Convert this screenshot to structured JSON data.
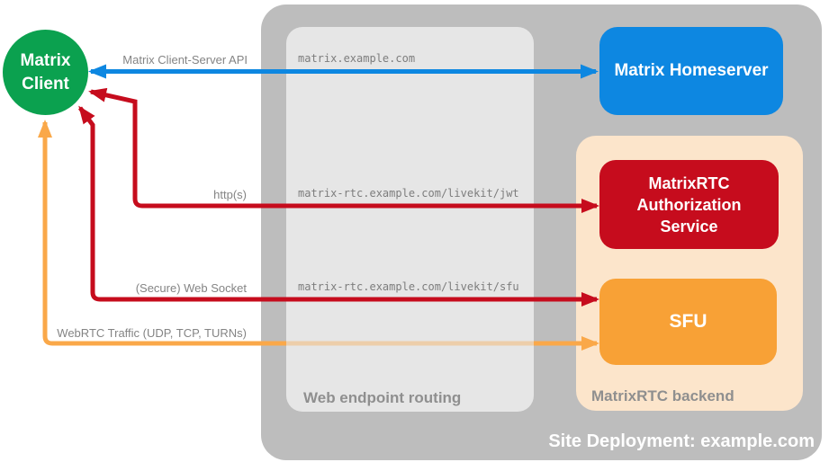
{
  "diagram": {
    "title": "Site Deployment: example.com",
    "nodes": {
      "matrix_client": {
        "label": "Matrix Client",
        "color": "#0ba14f"
      },
      "matrix_homeserver": {
        "label": "Matrix Homeserver",
        "color": "#0d87e1"
      },
      "matrixrtc_auth": {
        "label": "MatrixRTC Authorization Service",
        "color": "#c60c1d"
      },
      "sfu": {
        "label": "SFU",
        "color": "#f8a136"
      }
    },
    "containers": {
      "site_deployment": {
        "label": "Site Deployment: example.com",
        "color": "#bdbdbd"
      },
      "web_endpoint_routing": {
        "label": "Web endpoint routing",
        "color": "#e6e6e6"
      },
      "matrixrtc_backend": {
        "label": "MatrixRTC backend",
        "color": "#fce5cb"
      }
    },
    "edges": {
      "client_server_api": {
        "label": "Matrix Client-Server API",
        "route": "matrix.example.com",
        "color": "#0d87e1"
      },
      "https": {
        "label": "http(s)",
        "route": "matrix-rtc.example.com/livekit/jwt",
        "color": "#c60c1d"
      },
      "websocket": {
        "label": "(Secure) Web Socket",
        "route": "matrix-rtc.example.com/livekit/sfu",
        "color": "#c60c1d"
      },
      "webrtc": {
        "label": "WebRTC Traffic (UDP, TCP, TURNs)",
        "color": "#faa849"
      }
    }
  }
}
